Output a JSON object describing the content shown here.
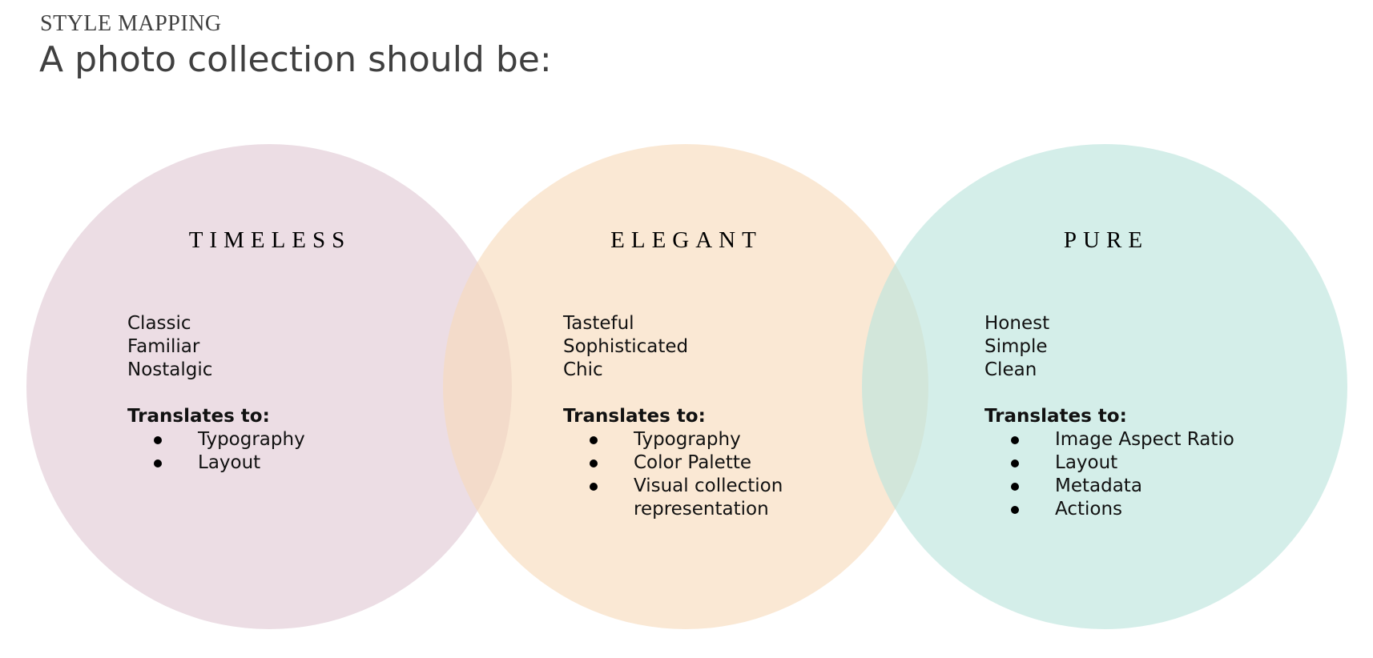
{
  "header": {
    "eyebrow": "STYLE MAPPING",
    "title": "A photo collection should be:"
  },
  "colors": {
    "timeless_circle": "#e9d6de",
    "elegant_circle": "#f8e4cf",
    "pure_circle": "#d0ebe6",
    "title_text": "#404040"
  },
  "columns": [
    {
      "heading": "TIMELESS",
      "words": [
        "Classic",
        "Familiar",
        "Nostalgic"
      ],
      "translates_label": "Translates to:",
      "bullets": [
        "Typography",
        "Layout"
      ]
    },
    {
      "heading": "ELEGANT",
      "words": [
        "Tasteful",
        "Sophisticated",
        "Chic"
      ],
      "translates_label": "Translates to:",
      "bullets": [
        "Typography",
        "Color Palette",
        "Visual collection",
        "representation"
      ]
    },
    {
      "heading": "PURE",
      "words": [
        "Honest",
        "Simple",
        "Clean"
      ],
      "translates_label": "Translates to:",
      "bullets": [
        "Image Aspect Ratio",
        "Layout",
        "Metadata",
        "Actions"
      ]
    }
  ]
}
